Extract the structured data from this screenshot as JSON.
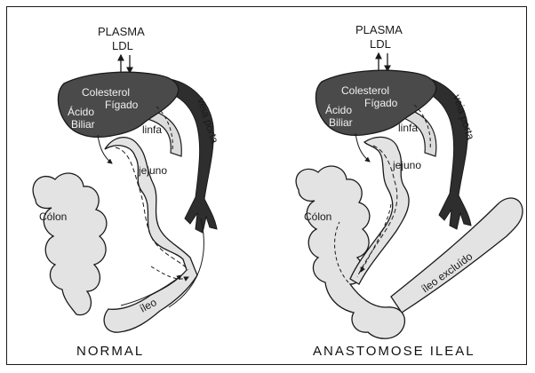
{
  "panels": {
    "normal": {
      "plasma": "PLASMA",
      "ldl": "LDL",
      "colesterol": "Colesterol",
      "figado": "Fígado",
      "acido": "Ácido",
      "biliar": "Biliar",
      "linfa": "linfa",
      "veia_porta": "veia porta",
      "jejuno": "jejuno",
      "colon": "Cólon",
      "ileo": "íleo",
      "caption": "NORMAL"
    },
    "anastomose": {
      "plasma": "PLASMA",
      "ldl": "LDL",
      "colesterol": "Colesterol",
      "figado": "Fígado",
      "acido": "Ácido",
      "biliar": "Biliar",
      "linfa": "linfa",
      "veia_porta": "veia porta",
      "jejuno": "jejuno",
      "colon": "Cólon",
      "ileo_excluido": "íleo excluído",
      "caption": "ANASTOMOSE ILEAL"
    }
  },
  "colors": {
    "liver": "#4a4a4a",
    "portal_vein": "#2e2e2e",
    "intestine": "#e3e3e3",
    "outline": "#1a1a1a",
    "frame": "#1a1a1a"
  }
}
